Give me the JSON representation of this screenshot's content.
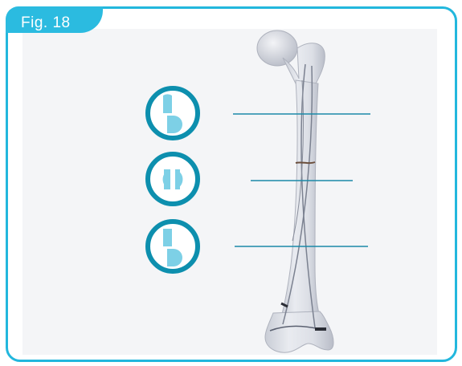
{
  "figure": {
    "tab_label": "Fig. 18",
    "accent_color": "#22b7dd",
    "symbols": [
      {
        "name": "split-offset-circle-symbol"
      },
      {
        "name": "split-half-circle-symbol"
      },
      {
        "name": "split-offset-circle-symbol"
      }
    ],
    "subject": "femur-bone-illustration"
  }
}
